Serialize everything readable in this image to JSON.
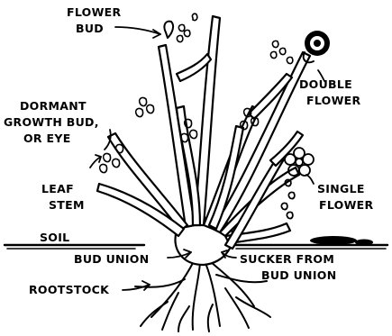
{
  "diagram": {
    "labels": {
      "flower_bud": [
        "FLOWER",
        "BUD"
      ],
      "double_flower": [
        "DOUBLE",
        "FLOWER"
      ],
      "dormant_bud": [
        "DORMANT",
        "GROWTH BUD,",
        "OR EYE"
      ],
      "single_flower": [
        "SINGLE",
        "FLOWER"
      ],
      "leaf_stem": [
        "LEAF",
        "STEM"
      ],
      "soil": "SOIL",
      "bud_union": "BUD UNION",
      "sucker": [
        "SUCKER FROM",
        "BUD UNION"
      ],
      "rootstock": "ROOTSTOCK"
    },
    "ink_color": "#000000",
    "background_color": "#ffffff"
  }
}
